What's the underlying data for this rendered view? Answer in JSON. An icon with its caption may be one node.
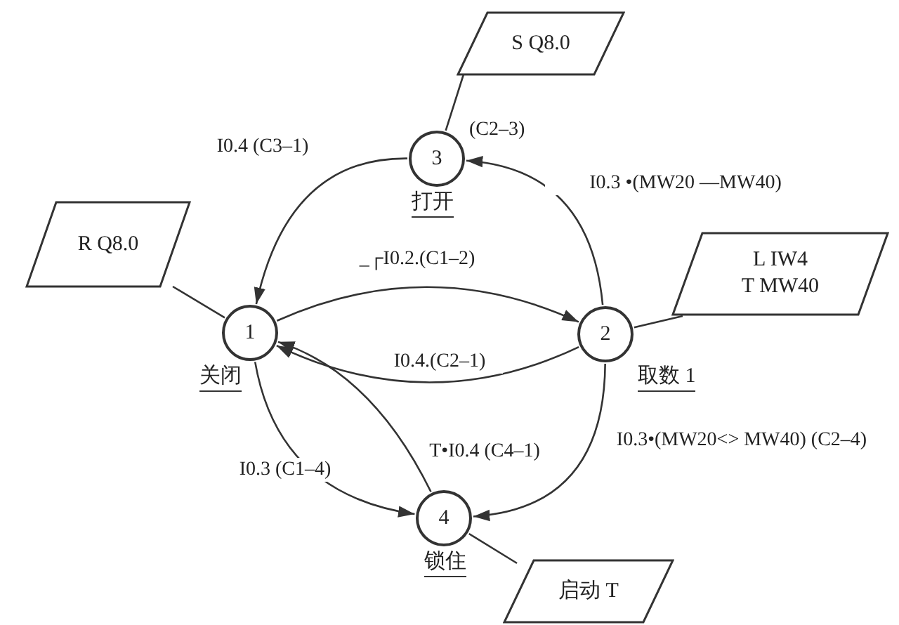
{
  "diagram": {
    "nodes": [
      {
        "text": [
          "S Q8.0"
        ]
      },
      {
        "text": [
          "3"
        ],
        "beside": [
          "打开"
        ]
      },
      {
        "text": [
          "R Q8.0"
        ]
      },
      {
        "text": [
          "1"
        ],
        "beside": [
          "关闭"
        ]
      },
      {
        "text": [
          "L IW4",
          "T MW40"
        ]
      },
      {
        "text": [
          "2"
        ],
        "beside": [
          "取数 1"
        ]
      },
      {
        "text": [
          "4"
        ],
        "beside": [
          "锁住"
        ]
      },
      {
        "text": [
          "启动 T"
        ]
      }
    ],
    "edges": [
      {
        "from": 0,
        "to": 1,
        "arrow": "none"
      },
      {
        "from": 1,
        "to": 3,
        "arrow": "to",
        "label": "I0.4 (C3–1)"
      },
      {
        "from": 5,
        "to": 1,
        "arrow": "to",
        "label": "I0.3 •(MW20 —MW40)"
      },
      {
        "from": 2,
        "to": 3,
        "arrow": "none"
      },
      {
        "from": 3,
        "to": 5,
        "arrow": "to",
        "label": "_┌I0.2.(C1–2)"
      },
      {
        "from": 5,
        "to": 3,
        "arrow": "to",
        "label": "I0.4.(C2–1)"
      },
      {
        "from": 4,
        "to": 5,
        "arrow": "none"
      },
      {
        "from": 3,
        "to": 6,
        "arrow": "to",
        "label": "I0.3 (C1–4)"
      },
      {
        "from": 6,
        "to": 3,
        "arrow": "to",
        "label": "T•I0.4 (C4–1)"
      },
      {
        "from": 5,
        "to": 6,
        "arrow": "to",
        "label": "I0.3•(MW20<> MW40) (C2–4)"
      },
      {
        "from": 7,
        "to": 6,
        "arrow": "none"
      }
    ],
    "labels": [
      "(C2–3)"
    ]
  }
}
